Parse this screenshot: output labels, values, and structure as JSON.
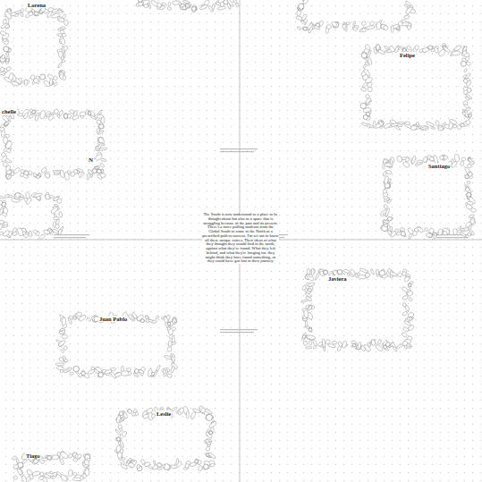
{
  "diagram": {
    "nodes": [
      {
        "text": [
          "Lorena"
        ]
      },
      {
        "text": [
          "chelle"
        ]
      },
      {
        "text": [
          "Felipe"
        ]
      },
      {
        "text": [
          "Santiago"
        ]
      },
      {
        "text": [
          "Javiera"
        ]
      },
      {
        "text": [
          "Juan Pablo"
        ]
      },
      {
        "text": [
          "Leslie"
        ]
      },
      {
        "text": [
          "Tiago"
        ]
      }
    ],
    "labels": [
      "The South is now understood as a place to be thought about but also as a space that is struggling because of the past and its present. There's a force pulling students from the Global South to come to the North as a prescribed path to success. I'm set out to know all these unique voices. Their ideas of what they thought they would find in the north, against what they've found. What they left behind, and what they're longing for. they might think they have found something, or they could have got lost in their journey.",
      "N"
    ]
  }
}
